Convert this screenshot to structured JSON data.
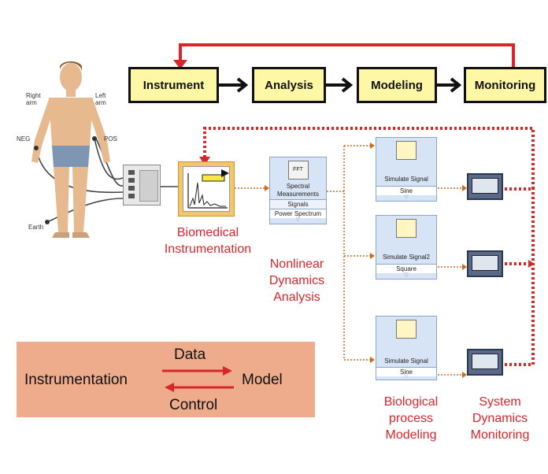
{
  "top_flow": {
    "steps": [
      "Instrument",
      "Analysis",
      "Modeling",
      "Monitoring"
    ]
  },
  "body_labels": {
    "right_arm": "Right\narm",
    "left_arm": "Left\narm",
    "neg": "NEG",
    "pos": "POS",
    "earth": "Earth"
  },
  "vi_blocks": {
    "spectral": {
      "icon_text": "FFT",
      "title": "Spectral\nMeasurements",
      "row1": "Signals",
      "row2": "Power Spectrum"
    },
    "sim1": {
      "title": "Simulate Signal",
      "row": "Sine"
    },
    "sim2": {
      "title": "Simulate Signal2",
      "row": "Square"
    },
    "sim3": {
      "title": "Simulate Signal",
      "row": "Sine"
    }
  },
  "section_labels": {
    "instrumentation": "Biomedical\nInstrumentation",
    "analysis": "Nonlinear\nDynamics\nAnalysis",
    "modeling": "Biological\nprocess\nModeling",
    "monitoring": "System\nDynamics\nMonitoring"
  },
  "legend": {
    "left": "Instrumentation",
    "right": "Model",
    "top": "Data",
    "bottom": "Control"
  },
  "colors": {
    "accent_red": "#d8262b",
    "flow_box_fill": "#fdf7a6",
    "legend_fill": "#eeac8c",
    "wire_orange": "#d2691e"
  }
}
